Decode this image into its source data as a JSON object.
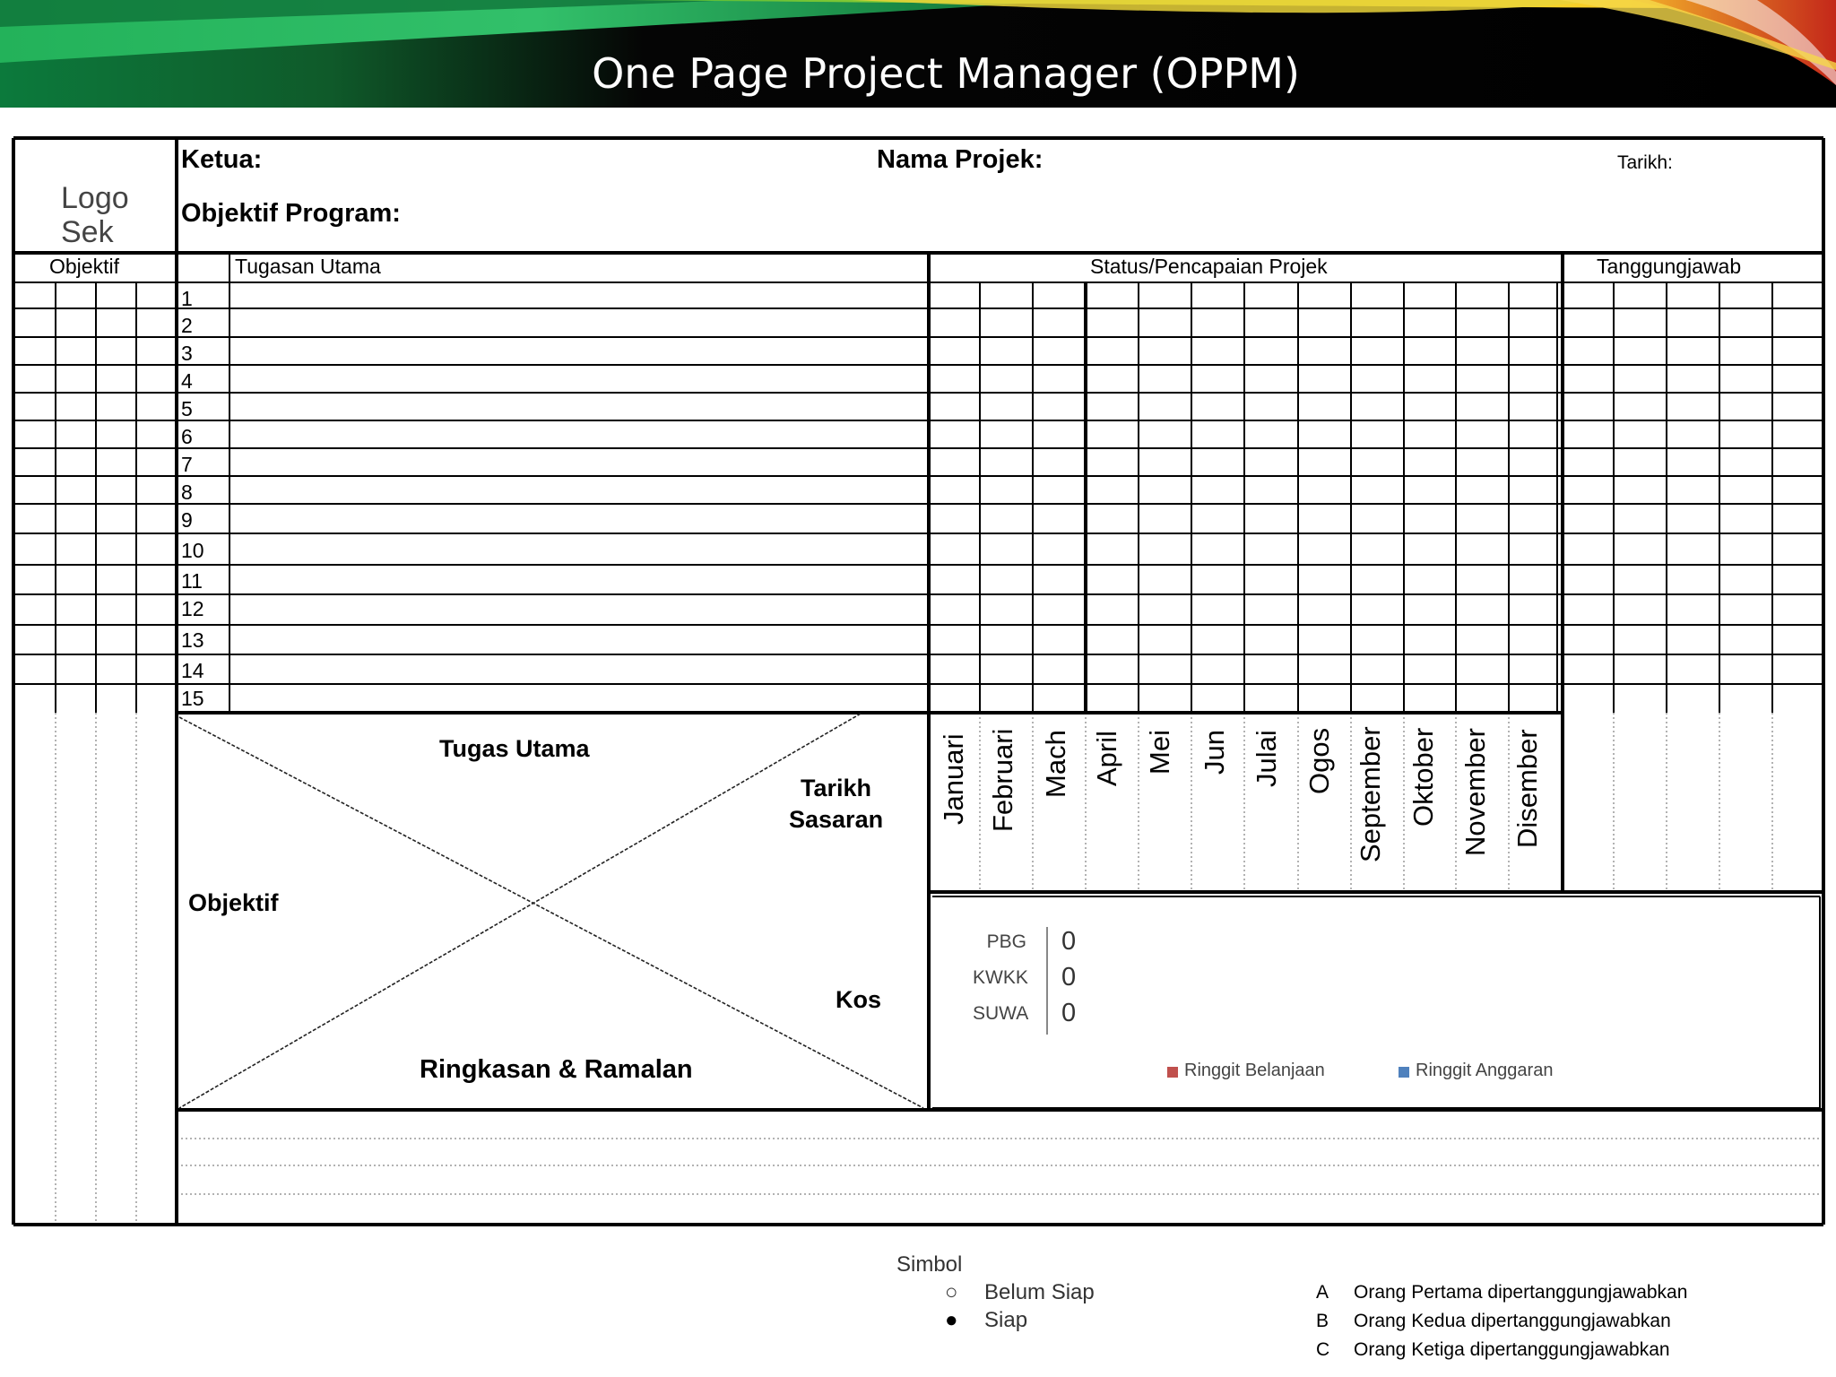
{
  "slide": {
    "title": "One Page Project Manager (OPPM)",
    "colors": {
      "banner_dark": "#000000",
      "banner_green": "#1aa84a",
      "banner_yellow": "#f5d020",
      "banner_red": "#d43a1c",
      "title_text": "#ffffff"
    }
  },
  "header": {
    "logo_line1": "Logo",
    "logo_line2": "Sek",
    "ketua_label": "Ketua:",
    "nama_projek_label": "Nama Projek:",
    "tarikh_label": "Tarikh:",
    "objektif_program_label": "Objektif Program:"
  },
  "columns": {
    "objektif": "Objektif",
    "tugasan_utama": "Tugasan Utama",
    "status": "Status/Pencapaian  Projek",
    "tanggungjawab": "Tanggungjawab"
  },
  "task_numbers": [
    "1",
    "2",
    "3",
    "4",
    "5",
    "6",
    "7",
    "8",
    "9",
    "10",
    "11",
    "12",
    "13",
    "14",
    "15"
  ],
  "months": [
    "Januari",
    "Februari",
    "Mach",
    "April",
    "Mei",
    "Jun",
    "Julai",
    "Ogos",
    "September",
    "Oktober",
    "November",
    "Disember"
  ],
  "matrix": {
    "top": "Tugas Utama",
    "right_line1": "Tarikh",
    "right_line2": "Sasaran",
    "left": "Objektif",
    "right_bottom": "Kos",
    "bottom": "Ringkasan & Ramalan"
  },
  "chart_data": {
    "type": "bar",
    "orientation": "horizontal",
    "categories": [
      "PBG",
      "KWKK",
      "SUWA"
    ],
    "series": [
      {
        "name": "Ringgit Belanjaan",
        "color": "#c0504d",
        "values": [
          0,
          0,
          0
        ]
      },
      {
        "name": "Ringgit Anggaran",
        "color": "#4f81bd",
        "values": [
          0,
          0,
          0
        ]
      }
    ],
    "value_labels": [
      "0",
      "0",
      "0"
    ],
    "legend_position": "bottom"
  },
  "symbols": {
    "title": "Simbol",
    "items": [
      {
        "icon": "open-circle",
        "label": "Belum Siap"
      },
      {
        "icon": "filled-circle",
        "label": "Siap"
      }
    ]
  },
  "responsibility_key": [
    {
      "letter": "A",
      "text": "Orang Pertama dipertanggungjawabkan"
    },
    {
      "letter": "B",
      "text": "Orang Kedua dipertanggungjawabkan"
    },
    {
      "letter": "C",
      "text": "Orang Ketiga dipertanggungjawabkan"
    }
  ]
}
